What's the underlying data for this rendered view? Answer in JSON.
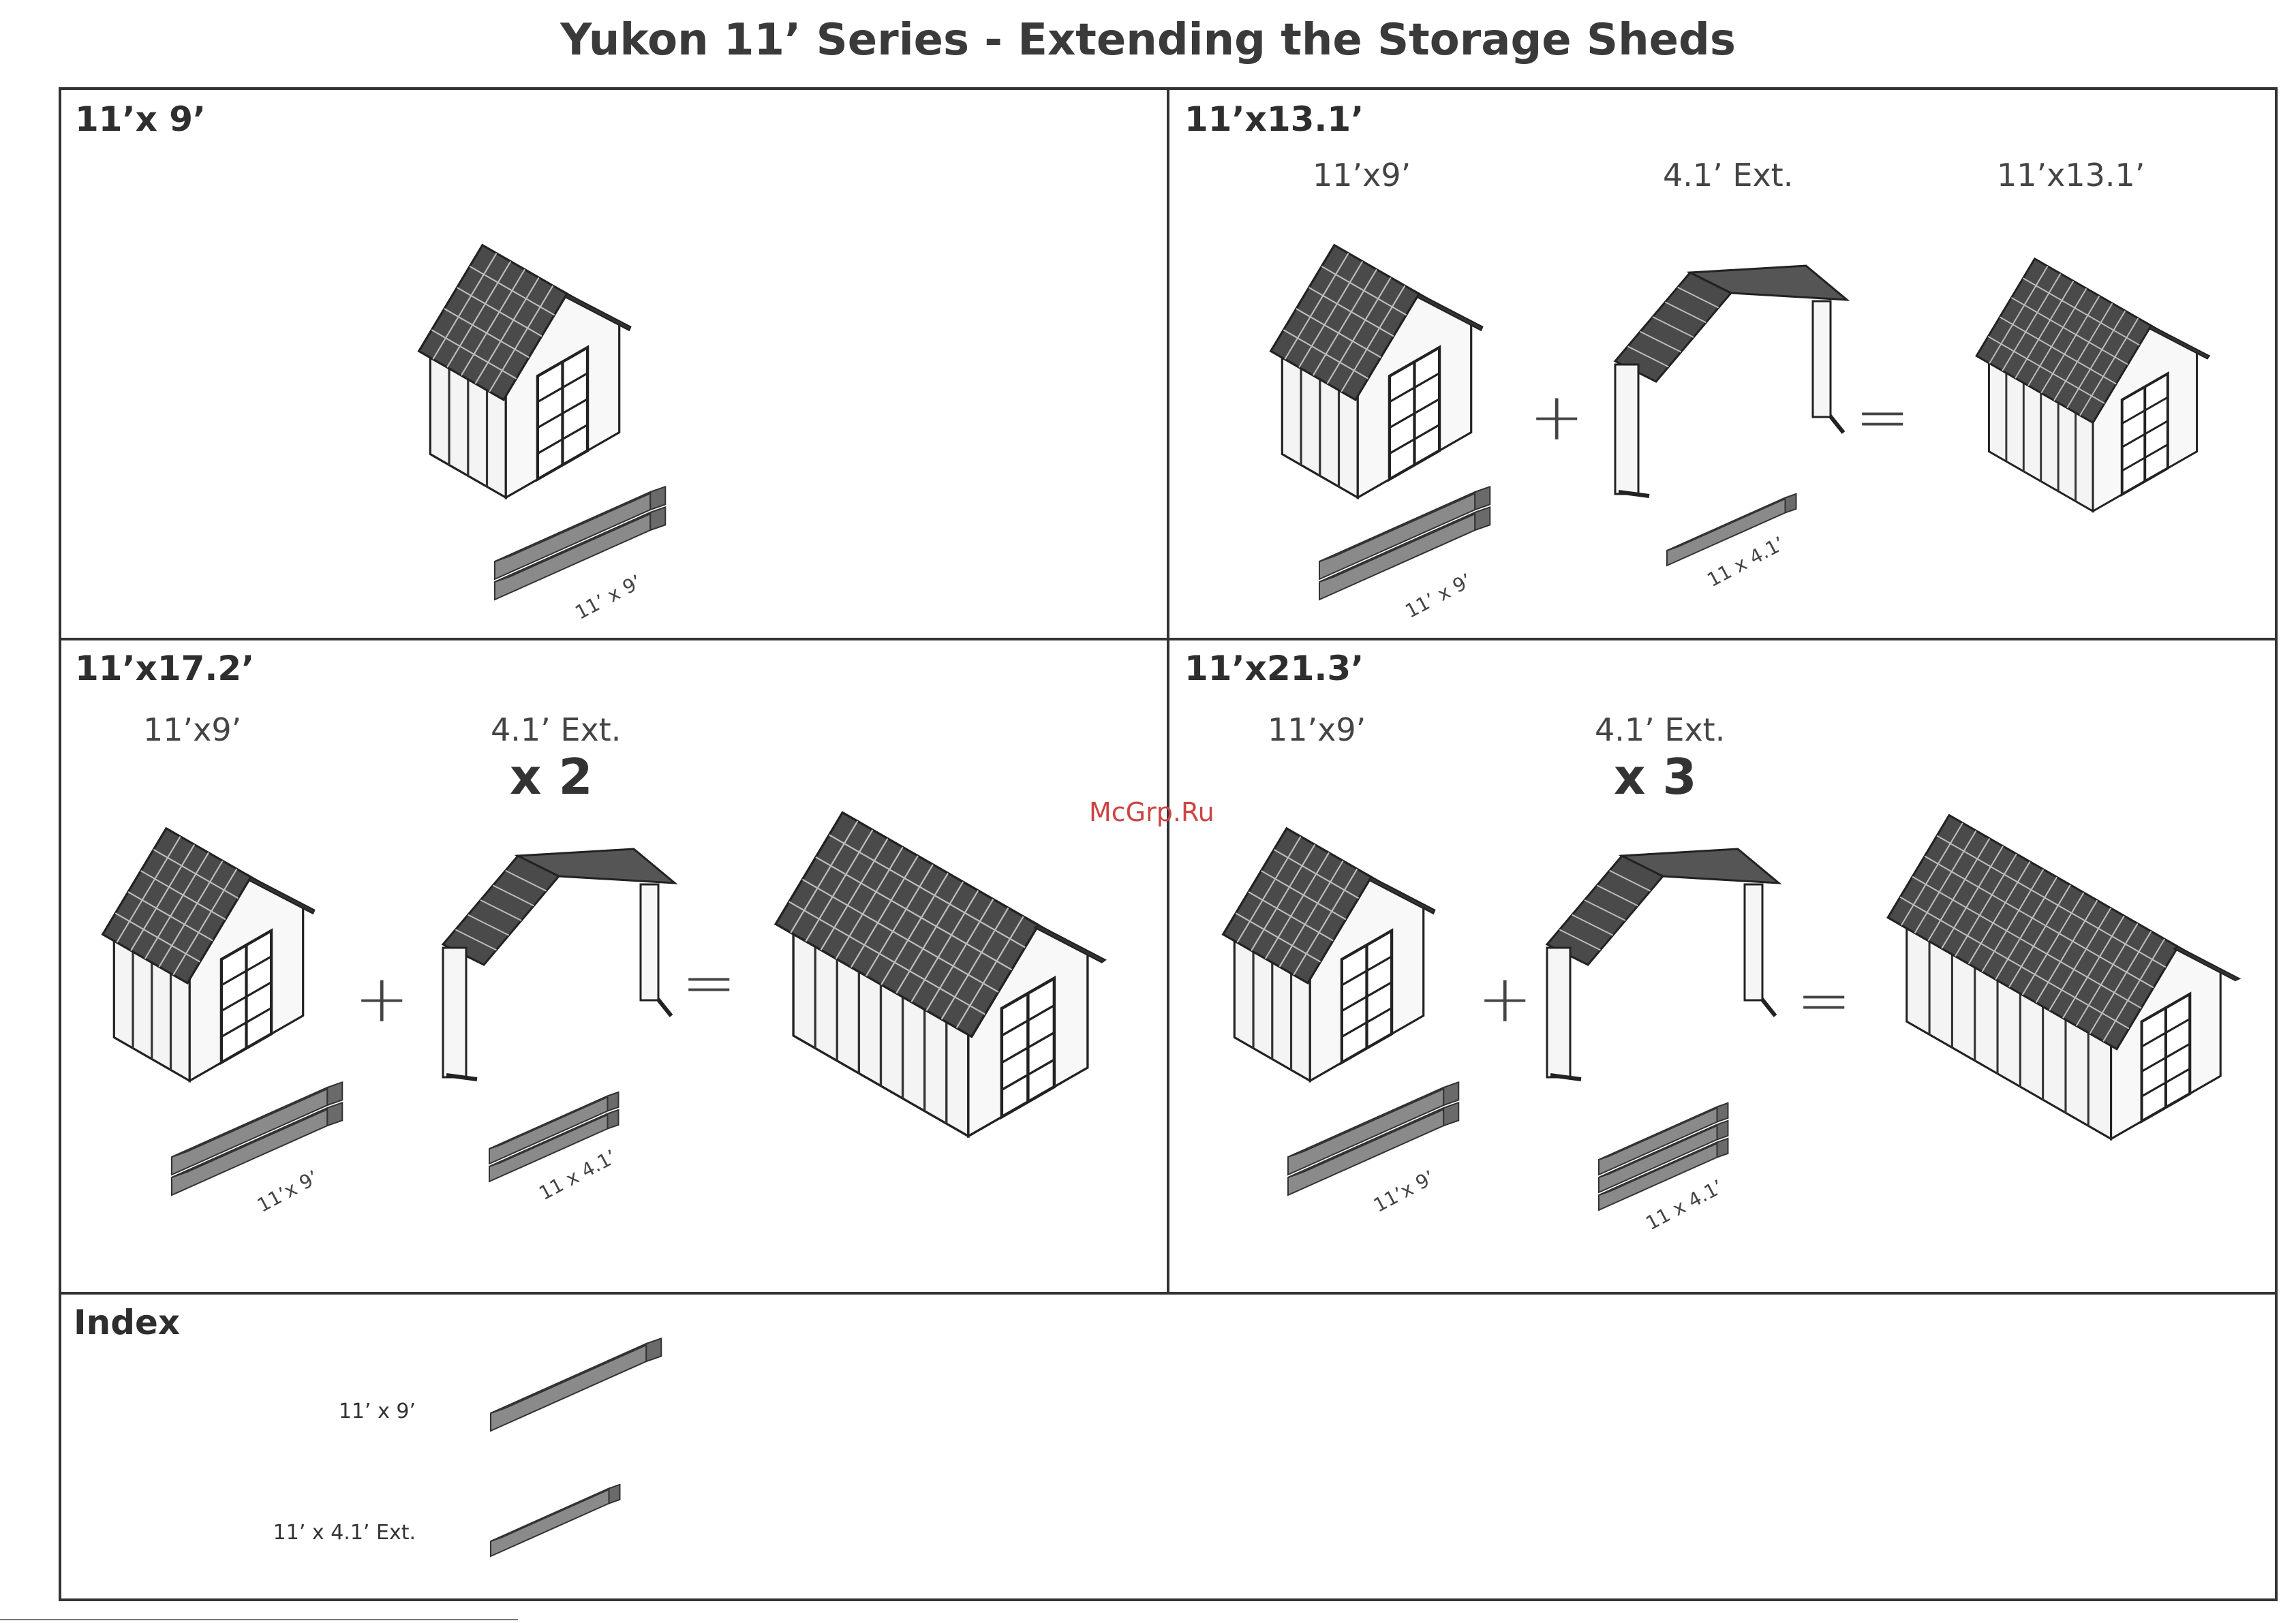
{
  "title": "Yukon 11’ Series - Extending the Storage Sheds",
  "watermark": "McGrp.Ru",
  "sections": [
    {
      "title": "11’x 9’",
      "items": [],
      "operators": [],
      "boxes": [
        {
          "label": "11’ x 9’",
          "count": 2
        }
      ]
    },
    {
      "title": "11’x13.1’",
      "items": [
        "11’x9’",
        "4.1’ Ext.",
        "11’x13.1’"
      ],
      "operators": [
        "+",
        "="
      ],
      "boxes": [
        {
          "label": "11’ x 9’",
          "count": 2
        },
        {
          "label": "11 x 4.1’",
          "count": 1
        }
      ]
    },
    {
      "title": "11’x17.2’",
      "items": [
        "11’x9’",
        "4.1’ Ext."
      ],
      "multiplier": "x 2",
      "operators": [
        "+",
        "="
      ],
      "boxes": [
        {
          "label": "11’x 9’",
          "count": 2
        },
        {
          "label": "11 x 4.1’",
          "count": 2
        }
      ]
    },
    {
      "title": "11’x21.3’",
      "items": [
        "11’x9’",
        "4.1’ Ext."
      ],
      "multiplier": "x 3",
      "operators": [
        "+",
        "="
      ],
      "boxes": [
        {
          "label": "11’x 9’",
          "count": 2
        },
        {
          "label": "11 x 4.1’",
          "count": 3
        }
      ]
    }
  ],
  "index": {
    "title": "Index",
    "entries": [
      {
        "label": "11’ x 9’"
      },
      {
        "label": "11’ x 4.1’ Ext."
      }
    ]
  }
}
